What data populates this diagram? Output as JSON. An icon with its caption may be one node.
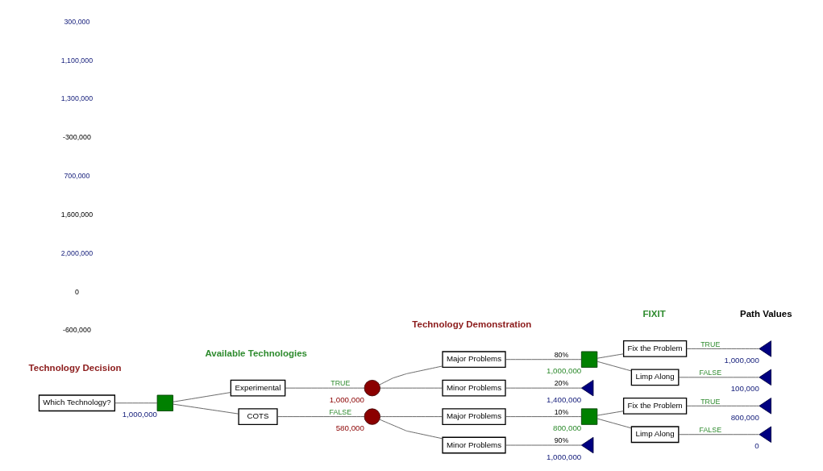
{
  "diagram": {
    "nodes": [
      {
        "text": [
          "Which Technology?"
        ]
      },
      {
        "text": [],
        "shape": "box",
        "beside": [
          "1,000,000"
        ]
      },
      {
        "text": [
          "Experimental"
        ]
      },
      {
        "text": [
          "COTS"
        ]
      },
      {
        "text": [],
        "shape": "circle",
        "beside": [
          "1,000,000"
        ]
      },
      {
        "text": [],
        "shape": "circle",
        "beside": [
          "580,000"
        ]
      },
      {
        "text": [
          "Major Problems"
        ]
      },
      {
        "text": [
          "Minor Problems"
        ]
      },
      {
        "text": [],
        "shape": "box",
        "beside": [
          "1,000,000"
        ]
      },
      {
        "text": [],
        "shape": "triangle",
        "beside": [
          "1,400,000"
        ]
      },
      {
        "text": [
          "Fix the Problem"
        ]
      },
      {
        "text": [
          "Limp Along"
        ]
      },
      {
        "text": [],
        "shape": "triangle",
        "beside": [
          "1,000,000"
        ]
      },
      {
        "text": [],
        "shape": "triangle",
        "beside": [
          "100,000"
        ]
      },
      {
        "text": [
          "Major Problems"
        ]
      },
      {
        "text": [
          "Minor Problems"
        ]
      },
      {
        "text": [],
        "shape": "box",
        "beside": [
          "800,000"
        ]
      },
      {
        "text": [],
        "shape": "triangle",
        "beside": [
          "1,000,000"
        ]
      },
      {
        "text": [
          "Fix the Problem"
        ]
      },
      {
        "text": [
          "Limp Along"
        ]
      },
      {
        "text": [],
        "shape": "triangle",
        "beside": [
          "800,000"
        ]
      },
      {
        "text": [],
        "shape": "triangle",
        "beside": [
          "0"
        ]
      }
    ],
    "edges": [
      {
        "from": 0,
        "to": 1,
        "arrow": "none"
      },
      {
        "from": 1,
        "to": 2,
        "arrow": "none"
      },
      {
        "from": 1,
        "to": 3,
        "arrow": "none"
      },
      {
        "from": 2,
        "to": 4,
        "arrow": "none",
        "label": "TRUE"
      },
      {
        "from": 3,
        "to": 5,
        "arrow": "none",
        "label": "FALSE"
      },
      {
        "from": 4,
        "to": 6,
        "arrow": "none"
      },
      {
        "from": 4,
        "to": 7,
        "arrow": "none"
      },
      {
        "from": 6,
        "to": 8,
        "arrow": "none",
        "label": "80%"
      },
      {
        "from": 7,
        "to": 9,
        "arrow": "none",
        "label": "20%"
      },
      {
        "from": 8,
        "to": 10,
        "arrow": "none"
      },
      {
        "from": 8,
        "to": 11,
        "arrow": "none"
      },
      {
        "from": 10,
        "to": 12,
        "arrow": "none",
        "label": "TRUE"
      },
      {
        "from": 11,
        "to": 13,
        "arrow": "none",
        "label": "FALSE"
      },
      {
        "from": 5,
        "to": 14,
        "arrow": "none"
      },
      {
        "from": 5,
        "to": 15,
        "arrow": "none"
      },
      {
        "from": 14,
        "to": 16,
        "arrow": "none",
        "label": "10%"
      },
      {
        "from": 15,
        "to": 17,
        "arrow": "none",
        "label": "90%"
      },
      {
        "from": 16,
        "to": 18,
        "arrow": "none"
      },
      {
        "from": 16,
        "to": 19,
        "arrow": "none"
      },
      {
        "from": 18,
        "to": 20,
        "arrow": "none",
        "label": "TRUE"
      },
      {
        "from": 19,
        "to": 21,
        "arrow": "none",
        "label": "FALSE"
      }
    ],
    "labels": [
      "Technology Decision",
      "Available Technologies",
      "Technology Demonstration",
      "FIXIT",
      "Path Values",
      "-600,000",
      "0",
      "2,000,000",
      "1,600,000",
      "700,000",
      "-300,000",
      "1,300,000",
      "1,100,000",
      "300,000"
    ]
  }
}
